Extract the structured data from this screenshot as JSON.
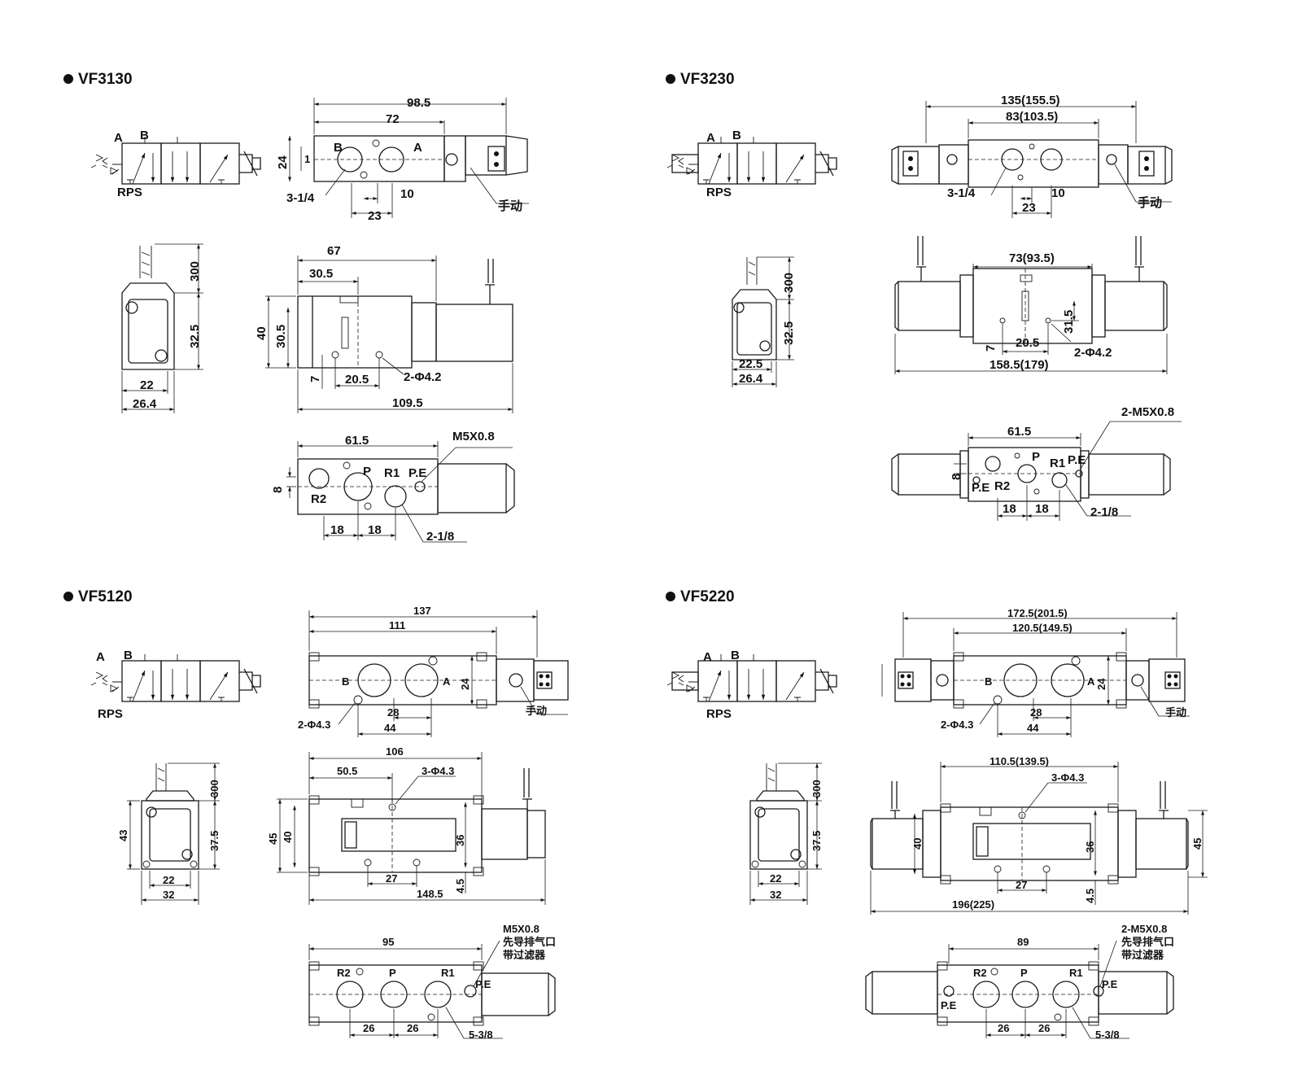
{
  "sections": [
    {
      "title": "VF3130",
      "symbol": {
        "a": "A",
        "b": "B",
        "label": "RPS"
      },
      "top_view": {
        "overall": "98.5",
        "body": "72",
        "height": "24",
        "small": "1",
        "port_b": "B",
        "port_a": "A",
        "ports": "3-1/4",
        "spacing_1": "10",
        "spacing_2": "23",
        "manual": "手动"
      },
      "end_view": {
        "lead": "300",
        "height": "32.5",
        "w1": "22",
        "w2": "26.4"
      },
      "side_view": {
        "d_67": "67",
        "d_30_5": "30.5",
        "h_40": "40",
        "h_30_5": "30.5",
        "d_7": "7",
        "d_20_5": "20.5",
        "holes": "2-Φ4.2",
        "overall": "109.5"
      },
      "bottom_view": {
        "d_61_5": "61.5",
        "thread": "M5X0.8",
        "p": "P",
        "r1": "R1",
        "pe": "P.E",
        "r2": "R2",
        "h_8": "8",
        "s1": "18",
        "s2": "18",
        "ports": "2-1/8"
      }
    },
    {
      "title": "VF3230",
      "symbol": {
        "a": "A",
        "b": "B",
        "label": "RPS"
      },
      "top_view": {
        "overall": "135(155.5)",
        "body": "83(103.5)",
        "ports": "3-1/4",
        "spacing_1": "10",
        "spacing_2": "23",
        "manual": "手动"
      },
      "end_view": {
        "lead": "300",
        "height": "32.5",
        "w1": "22.5",
        "w2": "26.4"
      },
      "side_view": {
        "d_73": "73(93.5)",
        "h_31_5": "31.5",
        "d_7": "7",
        "d_20_5": "20.5",
        "holes": "2-Φ4.2",
        "overall": "158.5(179)"
      },
      "bottom_view": {
        "thread": "2-M5X0.8",
        "d_61_5": "61.5",
        "p": "P",
        "r1": "R1",
        "pe": "P.E",
        "pe2": "P.E",
        "r2": "R2",
        "h_8": "8",
        "s1": "18",
        "s2": "18",
        "ports": "2-1/8"
      }
    },
    {
      "title": "VF5120",
      "symbol": {
        "a": "A",
        "b": "B",
        "label": "RPS"
      },
      "top_view": {
        "overall": "137",
        "body": "111",
        "port_b": "B",
        "port_a": "A",
        "height": "24",
        "holes": "2-Φ4.3",
        "spacing_1": "28",
        "spacing_2": "44",
        "manual": "手动"
      },
      "end_view": {
        "lead": "300",
        "h_43": "43",
        "height": "37.5",
        "w1": "22",
        "w2": "32"
      },
      "side_view": {
        "d_106": "106",
        "d_50_5": "50.5",
        "holes": "3-Φ4.3",
        "h_45": "45",
        "h_40": "40",
        "h_36": "36",
        "d_27": "27",
        "overall": "148.5",
        "d_4_5": "4.5"
      },
      "bottom_view": {
        "d_95": "95",
        "thread": "M5X0.8",
        "note_1": "先导排气口",
        "note_2": "带过滤器",
        "r2": "R2",
        "p": "P",
        "r1": "R1",
        "pe": "P.E",
        "s1": "26",
        "s2": "26",
        "ports": "5-3/8"
      }
    },
    {
      "title": "VF5220",
      "symbol": {
        "a": "A",
        "b": "B",
        "label": "RPS"
      },
      "top_view": {
        "overall": "172.5(201.5)",
        "body": "120.5(149.5)",
        "port_b": "B",
        "port_a": "A",
        "height": "24",
        "holes": "2-Φ4.3",
        "spacing_1": "28",
        "spacing_2": "44",
        "manual": "手动"
      },
      "end_view": {
        "lead": "300",
        "height": "37.5",
        "w1": "22",
        "w2": "32"
      },
      "side_view": {
        "d_110_5": "110.5(139.5)",
        "holes": "3-Φ4.3",
        "h_40": "40",
        "h_36": "36",
        "h_45": "45",
        "d_27": "27",
        "overall": "196(225)",
        "d_4_5": "4.5"
      },
      "bottom_view": {
        "d_89": "89",
        "thread": "2-M5X0.8",
        "note_1": "先导排气口",
        "note_2": "带过滤器",
        "r2": "R2",
        "p": "P",
        "r1": "R1",
        "pe": "P.E",
        "pe2": "P.E",
        "s1": "26",
        "s2": "26",
        "ports": "5-3/8"
      }
    }
  ]
}
